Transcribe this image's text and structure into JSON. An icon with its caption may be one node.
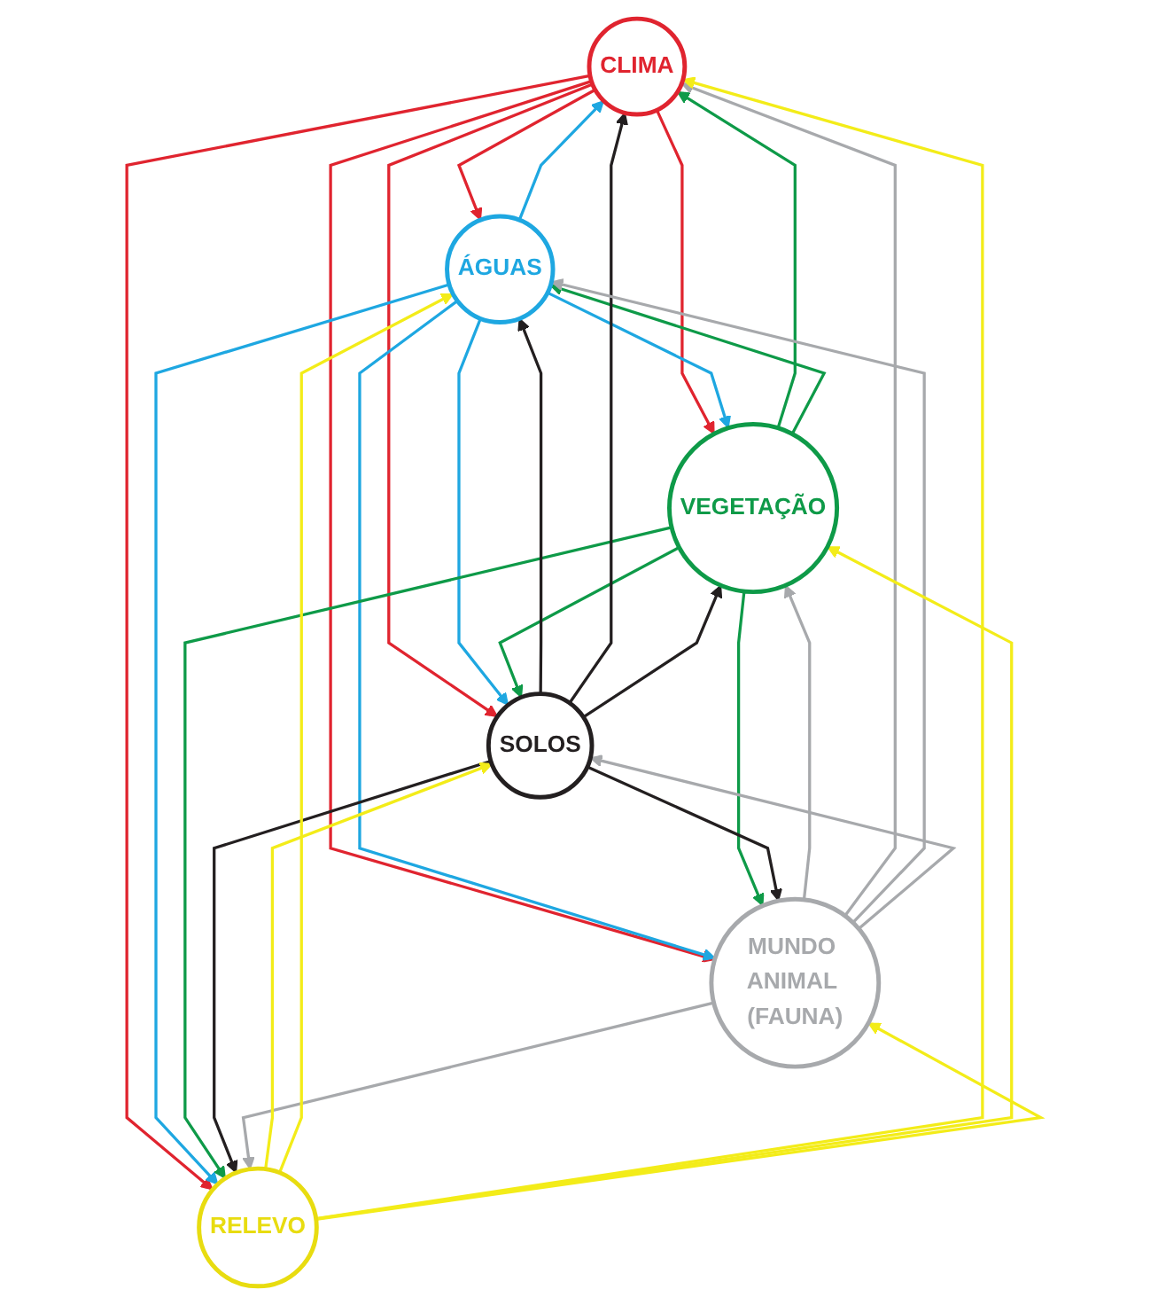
{
  "diagram": {
    "nodes": [
      {
        "text": [
          "CLIMA"
        ]
      },
      {
        "text": [
          "ÁGUAS"
        ]
      },
      {
        "text": [
          "VEGETAÇÃO"
        ]
      },
      {
        "text": [
          "SOLOS"
        ]
      },
      {
        "text": [
          "MUNDO ANIMAL (FAUNA)"
        ]
      },
      {
        "text": [
          "RELEVO"
        ]
      }
    ],
    "edges": [
      {
        "from": 0,
        "to": 1,
        "arrow": "to",
        "color": "#e0242f"
      },
      {
        "from": 0,
        "to": 2,
        "arrow": "to",
        "color": "#e0242f"
      },
      {
        "from": 0,
        "to": 3,
        "arrow": "to",
        "color": "#e0242f"
      },
      {
        "from": 0,
        "to": 5,
        "arrow": "to",
        "color": "#e0242f"
      },
      {
        "from": 0,
        "to": 4,
        "arrow": "to",
        "color": "#e0242f"
      },
      {
        "from": 1,
        "to": 0,
        "arrow": "to",
        "color": "#1ea7e1"
      },
      {
        "from": 1,
        "to": 2,
        "arrow": "to",
        "color": "#1ea7e1"
      },
      {
        "from": 1,
        "to": 3,
        "arrow": "to",
        "color": "#1ea7e1"
      },
      {
        "from": 1,
        "to": 5,
        "arrow": "to",
        "color": "#1ea7e1"
      },
      {
        "from": 1,
        "to": 4,
        "arrow": "to",
        "color": "#1ea7e1"
      },
      {
        "from": 2,
        "to": 0,
        "arrow": "to",
        "color": "#0e9a48"
      },
      {
        "from": 2,
        "to": 1,
        "arrow": "to",
        "color": "#0e9a48"
      },
      {
        "from": 2,
        "to": 3,
        "arrow": "to",
        "color": "#0e9a48"
      },
      {
        "from": 2,
        "to": 5,
        "arrow": "to",
        "color": "#0e9a48"
      },
      {
        "from": 2,
        "to": 4,
        "arrow": "to",
        "color": "#0e9a48"
      },
      {
        "from": 3,
        "to": 1,
        "arrow": "to",
        "color": "#231f20"
      },
      {
        "from": 3,
        "to": 0,
        "arrow": "to",
        "color": "#231f20"
      },
      {
        "from": 3,
        "to": 2,
        "arrow": "to",
        "color": "#231f20"
      },
      {
        "from": 3,
        "to": 4,
        "arrow": "to",
        "color": "#231f20"
      },
      {
        "from": 3,
        "to": 5,
        "arrow": "to",
        "color": "#231f20"
      },
      {
        "from": 4,
        "to": 2,
        "arrow": "to",
        "color": "#a7a9ac"
      },
      {
        "from": 4,
        "to": 0,
        "arrow": "to",
        "color": "#a7a9ac"
      },
      {
        "from": 4,
        "to": 1,
        "arrow": "to",
        "color": "#a7a9ac"
      },
      {
        "from": 4,
        "to": 3,
        "arrow": "to",
        "color": "#a7a9ac"
      },
      {
        "from": 4,
        "to": 5,
        "arrow": "to",
        "color": "#a7a9ac"
      },
      {
        "from": 5,
        "to": 3,
        "arrow": "to",
        "color": "#f3ec19"
      },
      {
        "from": 5,
        "to": 1,
        "arrow": "to",
        "color": "#f3ec19"
      },
      {
        "from": 5,
        "to": 0,
        "arrow": "to",
        "color": "#f3ec19"
      },
      {
        "from": 5,
        "to": 2,
        "arrow": "to",
        "color": "#f3ec19"
      },
      {
        "from": 5,
        "to": 4,
        "arrow": "to",
        "color": "#f3ec19"
      }
    ]
  }
}
